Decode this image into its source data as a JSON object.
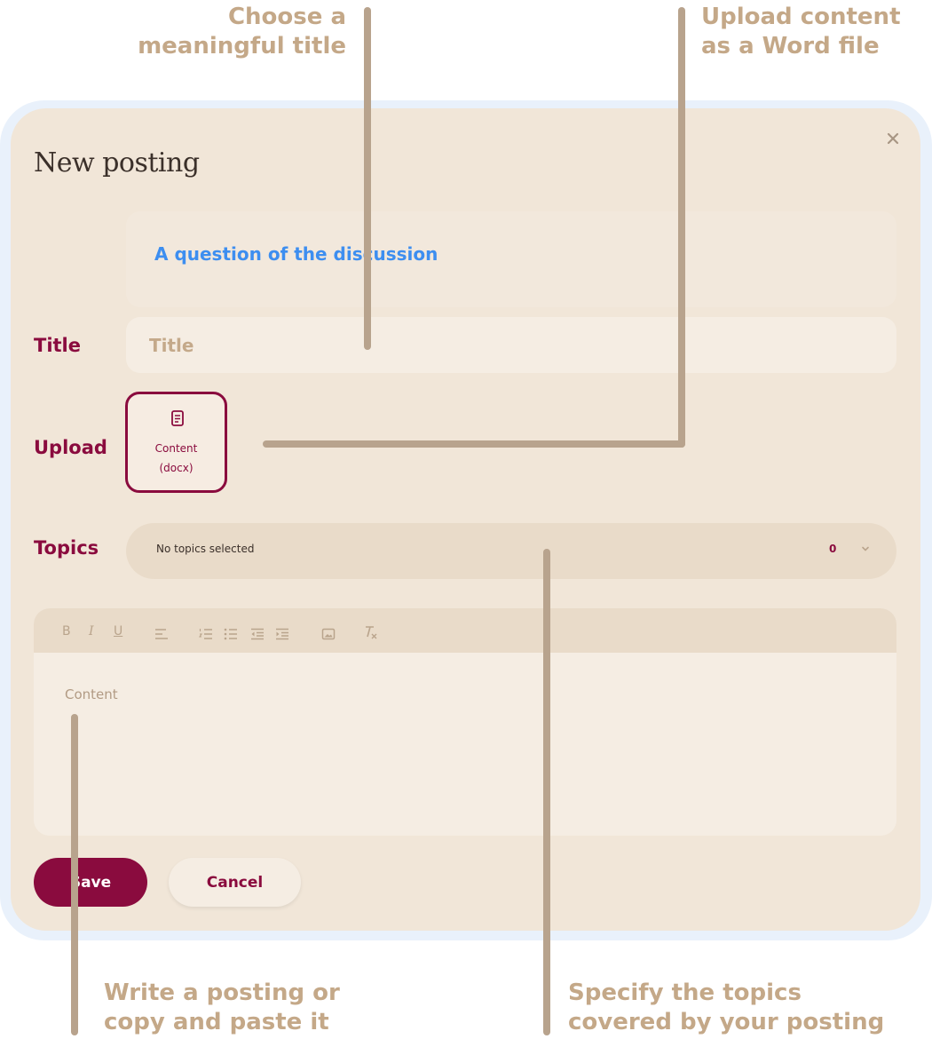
{
  "callouts": {
    "title_hint": [
      "Choose a",
      "meaningful title"
    ],
    "upload_hint": [
      "Upload content",
      "as a Word file"
    ],
    "content_hint": [
      "Write a posting or",
      "copy and paste it"
    ],
    "topics_hint": [
      "Specify the topics",
      "covered by your posting"
    ]
  },
  "modal": {
    "title": "New posting",
    "close_icon": "close-icon",
    "question": "A question of the discussion",
    "title_label": "Title",
    "title_placeholder": "Title",
    "upload_label": "Upload",
    "upload_tile": {
      "line1": "Content",
      "line2": "(docx)",
      "icon": "document-icon"
    },
    "topics_label": "Topics",
    "topics_text": "No topics selected",
    "topics_count": "0",
    "toolbar": {
      "bold": "B",
      "italic": "I",
      "underline": "U",
      "align": "align-left-icon",
      "ordered_list": "ordered-list-icon",
      "bullet_list": "bullet-list-icon",
      "outdent": "outdent-icon",
      "indent": "indent-icon",
      "image": "image-icon",
      "clear_format": "clear-format-icon"
    },
    "content_placeholder": "Content",
    "save_label": "Save",
    "cancel_label": "Cancel"
  },
  "colors": {
    "accent": "#8a0b3e",
    "callout": "#c4a888",
    "modal_bg": "#f1e6d8",
    "question": "#3d8ef0"
  }
}
